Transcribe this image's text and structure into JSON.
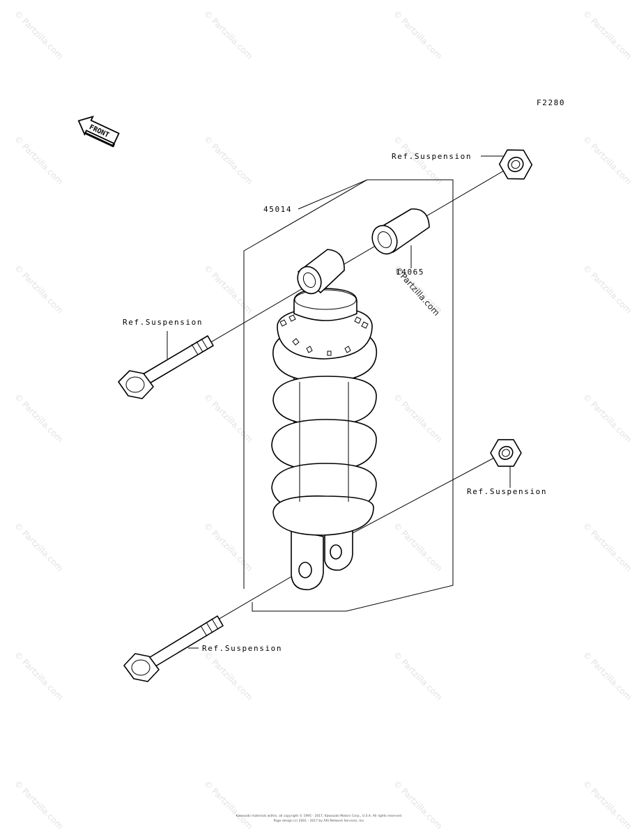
{
  "diagram": {
    "figure_code": "F2280",
    "front_arrow_label": "FRONT",
    "callouts": {
      "top_nut": "Ref.Suspension",
      "shock_absorber": "45014",
      "collar": "14065",
      "upper_bolt": "Ref.Suspension",
      "lower_nut": "Ref.Suspension",
      "lower_bolt": "Ref.Suspension"
    },
    "watermark": "© Partzilla.com",
    "watermark_overlay": "©Partzilla.com",
    "footer": {
      "line1": "Kawasaki materials within, all copyright © 1995 - 2017, Kawasaki Motors Corp., U.S.A. All rights reserved.",
      "line2": "Page design (c) 2001 - 2017 by ARI Network Services, Inc."
    }
  }
}
